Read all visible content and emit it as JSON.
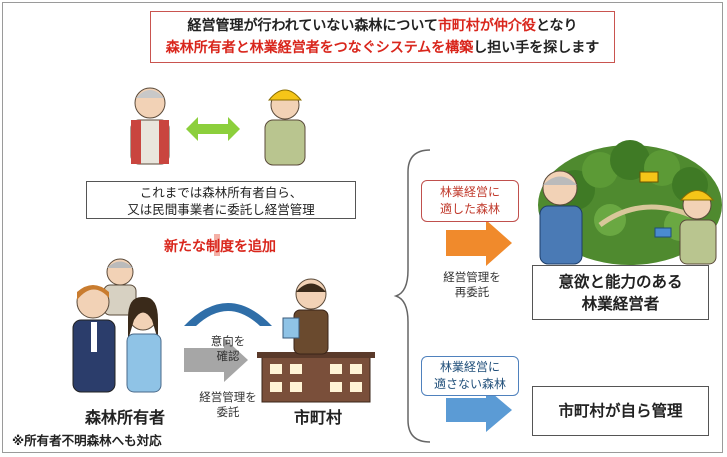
{
  "header": {
    "line1_part1": "経営管理が行われていない森林について",
    "line1_highlight": "市町村が仲介役",
    "line1_part2": "となり",
    "line2_highlight": "森林所有者と林業経営者をつなぐシステムを構築",
    "line2_part2": "し担い手を探します"
  },
  "previous": {
    "text_line1": "これまでは森林所有者自ら、",
    "text_line2": "又は民間事業者に委託し経営管理"
  },
  "new_system_label": "新たな制度を追加",
  "flow": {
    "intention_line1": "意向を",
    "intention_line2": "確認",
    "entrust_line1": "経営管理を",
    "entrust_line2": "委託",
    "reentrust_line1": "経営管理を",
    "reentrust_line2": "再委託"
  },
  "actors": {
    "owner_label": "森林所有者",
    "municipality_label": "市町村",
    "footnote": "※所有者不明森林へも対応"
  },
  "suitable": {
    "label_line1": "林業経営に",
    "label_line2": "適した森林",
    "operator_line1": "意欲と能力のある",
    "operator_line2": "林業経営者"
  },
  "unsuitable": {
    "label_line1": "林業経営に",
    "label_line2": "適さない森林",
    "result": "市町村が自ら管理"
  },
  "colors": {
    "accent_red": "#d9261c",
    "green_arrow": "#8ccf3c",
    "orange_arrow": "#f08a2c",
    "blue_arrow": "#5b9bd5",
    "gray_arrow": "#a6a6a6",
    "arc_blue": "#2f6ea8"
  }
}
